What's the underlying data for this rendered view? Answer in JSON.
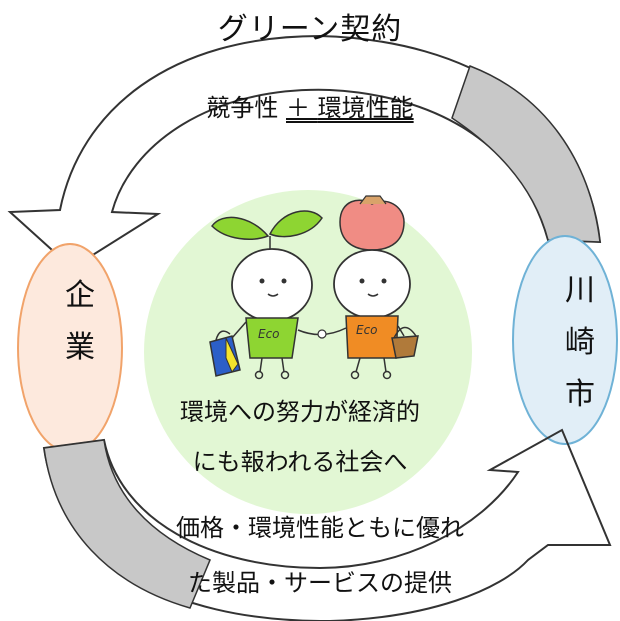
{
  "title": "グリーン契約",
  "top_caption": {
    "left": "競争性",
    "plus": "＋",
    "right": "環境性能"
  },
  "company_label": [
    "企",
    "業"
  ],
  "city_label": [
    "川",
    "崎",
    "市"
  ],
  "center_text": [
    "環境への努力が経済的",
    "にも報われる社会へ"
  ],
  "bottom_text": [
    "価格・環境性能ともに優れ",
    "た製品・サービスの提供"
  ],
  "mascot_labels": [
    "Eco",
    "Eco"
  ],
  "colors": {
    "arrow_fill": "#c8c8c8",
    "arrow_stroke": "#333333",
    "center_circle": "#e2f7d4",
    "company_fill": "#fde9dd",
    "company_stroke": "#f1a36a",
    "city_fill": "#e1eef7",
    "city_stroke": "#6fb2d6",
    "mascot_green": "#8ed532",
    "mascot_orange": "#f08c24",
    "hat": "#f08c84"
  }
}
